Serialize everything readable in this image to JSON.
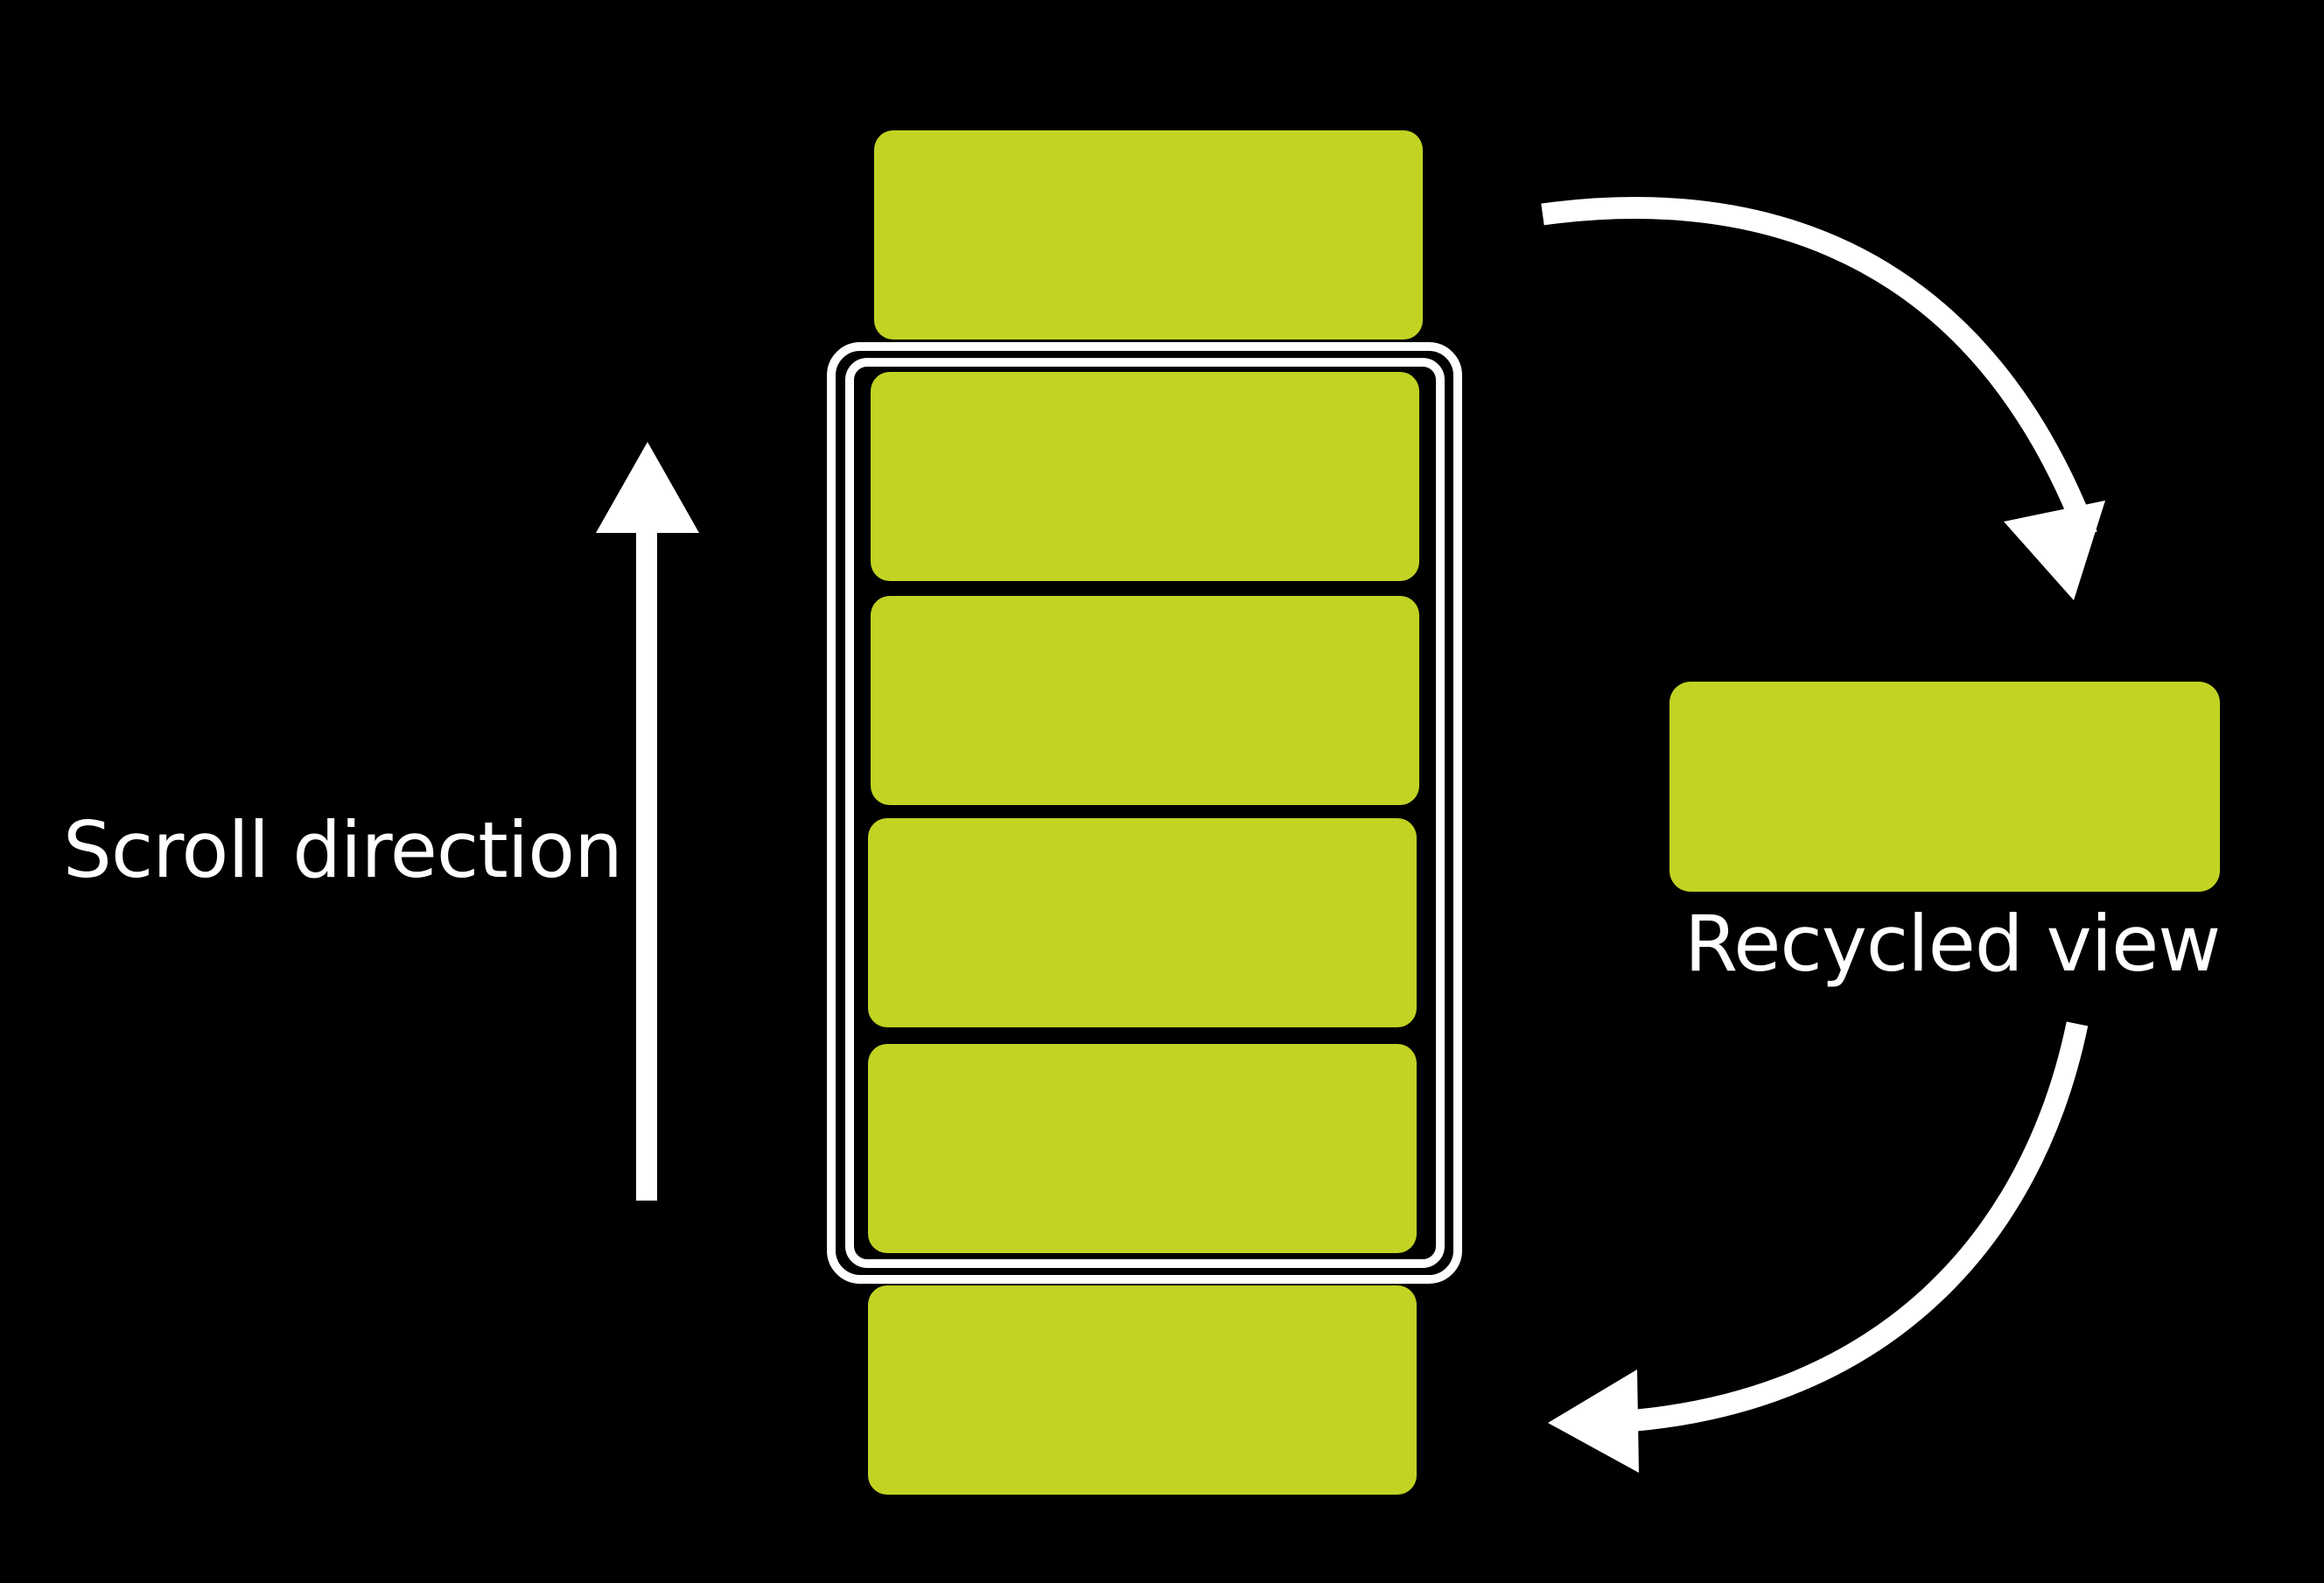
{
  "labels": {
    "scroll_direction": "Scroll direction",
    "recycled_view": "Recycled view"
  },
  "colors": {
    "background": "#000000",
    "cell": "#c2d323",
    "stroke": "#ffffff"
  },
  "list": {
    "visible_cells": 4,
    "offscreen_cells_top": 1,
    "offscreen_cells_bottom": 1
  }
}
